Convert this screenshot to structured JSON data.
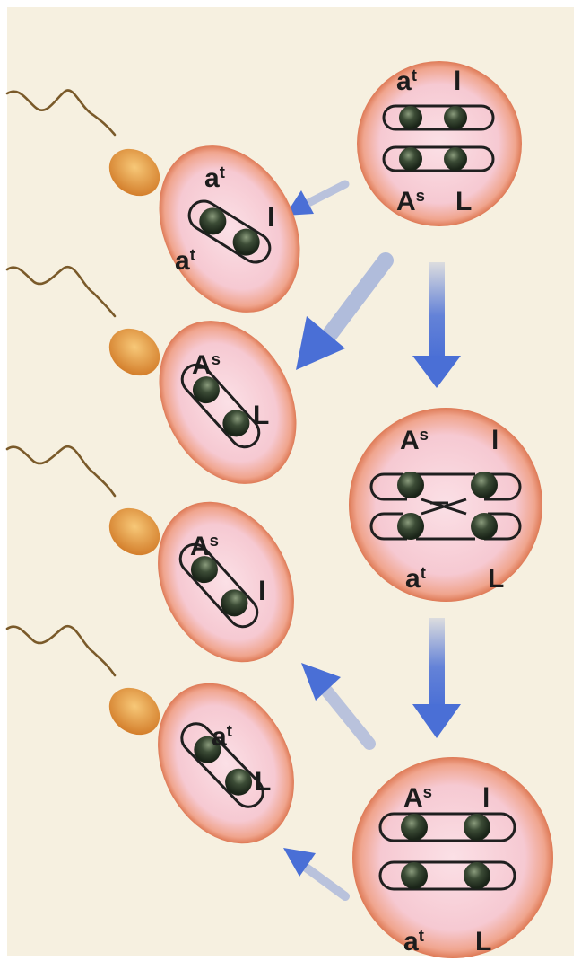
{
  "colors": {
    "panel_background": "#f6f0e0",
    "cell_fill_inner": "#f9d6df",
    "cell_fill_outer": "#e8907a",
    "cell_rim": "#d9714e",
    "chromatid_line": "#1f1f1f",
    "centromere": "#2f3d2b",
    "arrow": "#4a6fd6",
    "sperm_head": "#e59a3c",
    "tail": "#7a5a2a"
  },
  "cells": {
    "top": {
      "top_left": {
        "base": "a",
        "sup": "t"
      },
      "top_right": {
        "base": "l",
        "sup": ""
      },
      "bottom_left": {
        "base": "A",
        "sup": "s"
      },
      "bottom_right": {
        "base": "L",
        "sup": ""
      }
    },
    "middle": {
      "top_left": {
        "base": "A",
        "sup": "s"
      },
      "top_right": {
        "base": "l",
        "sup": ""
      },
      "bottom_left": {
        "base": "a",
        "sup": "t"
      },
      "bottom_right": {
        "base": "L",
        "sup": ""
      }
    },
    "bottom": {
      "top_left": {
        "base": "A",
        "sup": "s"
      },
      "top_right": {
        "base": "l",
        "sup": ""
      },
      "bottom_left": {
        "base": "a",
        "sup": "t"
      },
      "bottom_right": {
        "base": "L",
        "sup": ""
      }
    }
  },
  "sperm": [
    {
      "labels": [
        {
          "base": "a",
          "sup": "t"
        },
        {
          "base": "l",
          "sup": ""
        },
        {
          "base": "a",
          "sup": "t"
        }
      ]
    },
    {
      "labels": [
        {
          "base": "A",
          "sup": "s"
        },
        {
          "base": "L",
          "sup": ""
        }
      ]
    },
    {
      "labels": [
        {
          "base": "A",
          "sup": "s"
        },
        {
          "base": "l",
          "sup": ""
        }
      ]
    },
    {
      "labels": [
        {
          "base": "a",
          "sup": "t"
        },
        {
          "base": "L",
          "sup": ""
        }
      ]
    }
  ]
}
